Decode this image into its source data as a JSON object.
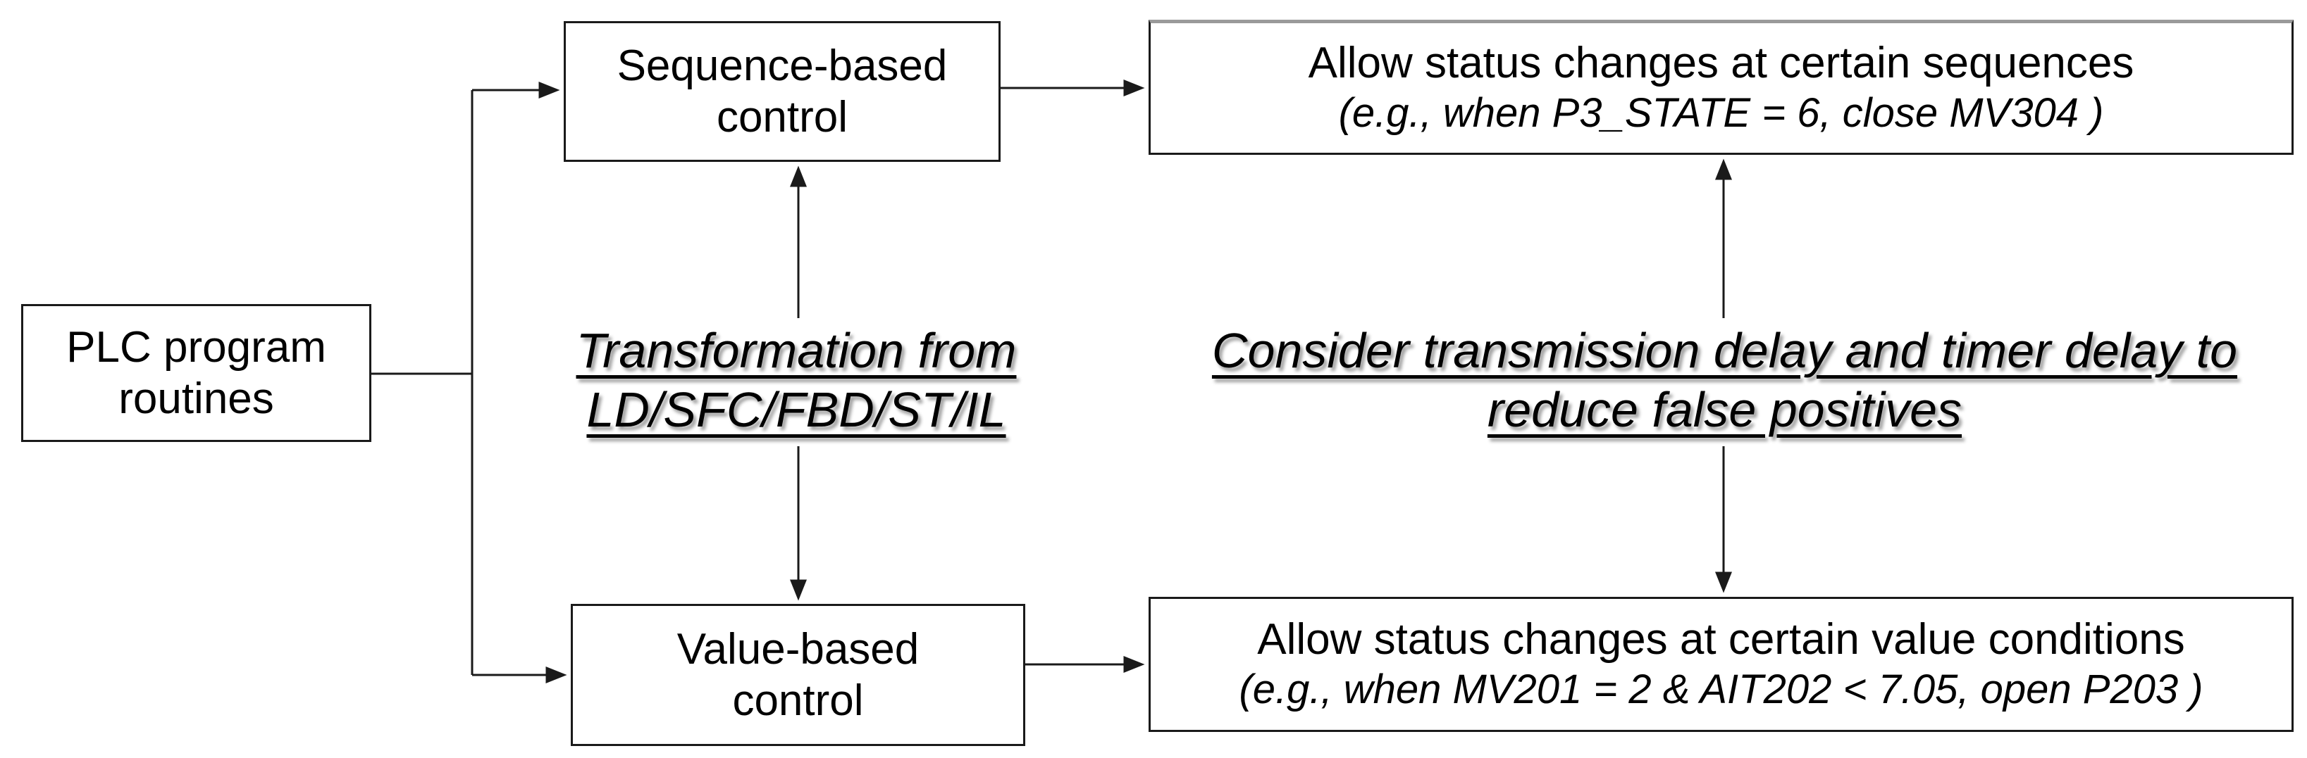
{
  "figure": {
    "background": "#ffffff",
    "stroke_color": "#1a1a1a",
    "accent_top_border": "#9a9a9a",
    "text_color": "#000000"
  },
  "nodes": {
    "plc": {
      "line1": "PLC program",
      "line2": "routines"
    },
    "sequence": {
      "line1": "Sequence-based",
      "line2": "control"
    },
    "value": {
      "line1": "Value-based",
      "line2": "control"
    },
    "sequence_outcome": {
      "line1": "Allow status changes at certain sequences",
      "line2": "(e.g., when P3_STATE = 6, close MV304 )"
    },
    "value_outcome": {
      "line1": "Allow status changes at certain value conditions",
      "line2": "(e.g., when MV201 = 2 & AIT202 < 7.05, open P203 )"
    }
  },
  "annotations": {
    "transformation": {
      "line1": "Transformation from",
      "line2": "LD/SFC/FBD/ST/IL"
    },
    "delay_note": {
      "line1": "Consider transmission delay and timer delay to",
      "line2": "reduce false positives"
    }
  }
}
